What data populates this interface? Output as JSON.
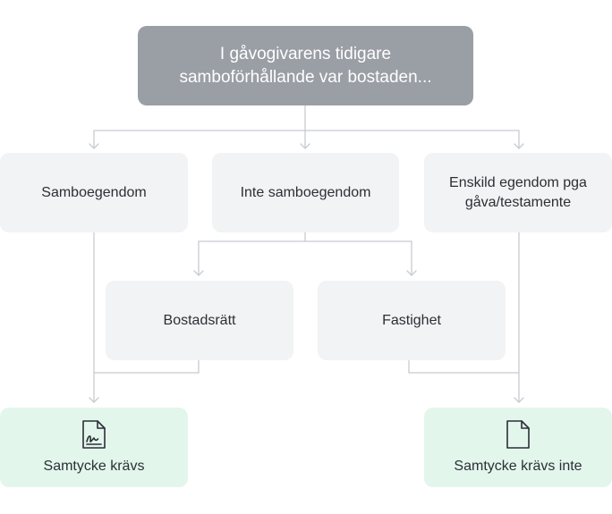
{
  "root": {
    "line1": "I gåvogivarens tidigare",
    "line2": "samboförhållande var bostaden..."
  },
  "branches": {
    "samboegendom": "Samboegendom",
    "inte_samboegendom": "Inte samboegendom",
    "enskild_line1": "Enskild egendom pga",
    "enskild_line2": "gåva/testamente"
  },
  "sub_branches": {
    "bostadsratt": "Bostadsrätt",
    "fastighet": "Fastighet"
  },
  "outcomes": {
    "consent_required": {
      "label": "Samtycke krävs",
      "icon": "signed-document-icon"
    },
    "consent_not_required": {
      "label": "Samtycke krävs inte",
      "icon": "blank-document-icon"
    }
  },
  "colors": {
    "root_bg": "#9a9ea5",
    "node_bg": "#f2f3f4",
    "outcome_bg": "#e3f6ec",
    "connector": "#c8cbd0",
    "text": "#2b2f36"
  }
}
